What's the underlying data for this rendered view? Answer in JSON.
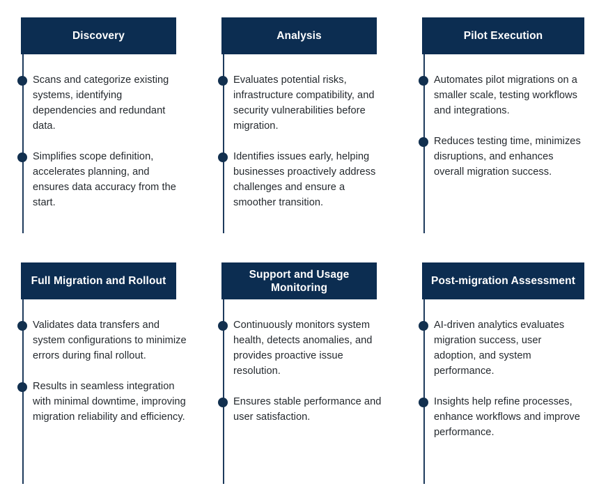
{
  "diagram": {
    "type": "process-stages-infographic",
    "colors": {
      "header_background": "#0c2d51",
      "header_text": "#ffffff",
      "spine_line": "#1d3a5c",
      "bullet_dot": "#12304f",
      "body_text": "#24292e",
      "page_background": "#ffffff"
    },
    "stages": [
      {
        "title": "Discovery",
        "bullets": [
          "Scans and categorize existing systems, identifying dependencies and redundant data.",
          "Simplifies scope definition, accelerates planning, and ensures data accuracy from the start."
        ]
      },
      {
        "title": "Analysis",
        "bullets": [
          "Evaluates potential risks, infrastructure compatibility, and security vulnerabilities before migration.",
          "Identifies issues early, helping businesses proactively address challenges and ensure a smoother transition."
        ]
      },
      {
        "title": "Pilot Execution",
        "bullets": [
          "Automates pilot migrations on a smaller scale, testing workflows and integrations.",
          "Reduces testing time, minimizes disruptions, and enhances overall migration success."
        ]
      },
      {
        "title": "Full Migration and Rollout",
        "bullets": [
          "Validates data transfers and system configurations to minimize errors during final rollout.",
          "Results in seamless integration with minimal downtime, improving migration reliability and efficiency."
        ]
      },
      {
        "title": "Support and Usage Monitoring",
        "bullets": [
          "Continuously monitors system health, detects anomalies, and provides proactive issue resolution.",
          "Ensures stable performance and user satisfaction."
        ]
      },
      {
        "title": "Post-migration Assessment",
        "bullets": [
          "AI-driven analytics evaluates migration success, user adoption, and system performance.",
          "Insights help refine processes, enhance workflows and improve performance."
        ]
      }
    ]
  }
}
